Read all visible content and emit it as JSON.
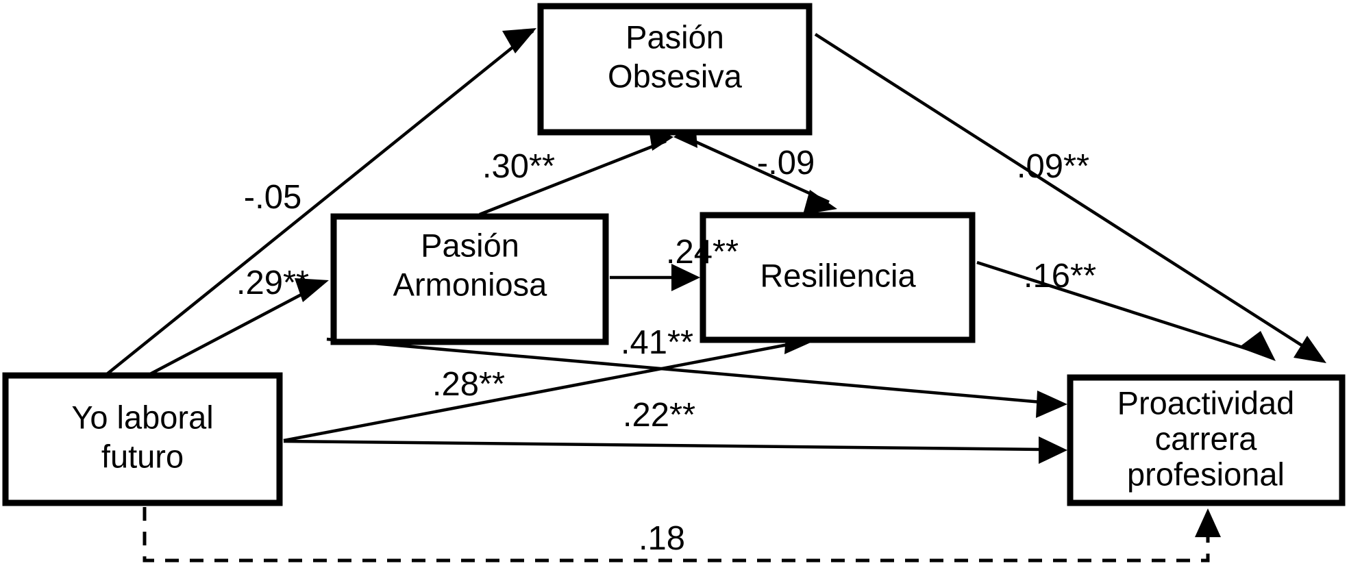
{
  "diagram": {
    "type": "structural-equation-model",
    "language": "es",
    "background_color": "#ffffff",
    "line_color": "#000000",
    "nodes": [
      {
        "id": "pasion_obsesiva",
        "label_line1": "Pasión",
        "label_line2": "Obsesiva",
        "label_line3": ""
      },
      {
        "id": "pasion_armoniosa",
        "label_line1": "Pasión",
        "label_line2": "Armoniosa",
        "label_line3": ""
      },
      {
        "id": "resiliencia",
        "label_line1": "Resiliencia",
        "label_line2": "",
        "label_line3": ""
      },
      {
        "id": "yo_laboral_futuro",
        "label_line1": "Yo laboral",
        "label_line2": "futuro",
        "label_line3": ""
      },
      {
        "id": "proactividad",
        "label_line1": "Proactividad",
        "label_line2": "carrera",
        "label_line3": "profesional"
      }
    ],
    "edges": [
      {
        "id": "e1",
        "from": "yo_laboral_futuro",
        "to": "pasion_obsesiva",
        "coefficient": "-.05",
        "style": "solid"
      },
      {
        "id": "e2",
        "from": "yo_laboral_futuro",
        "to": "pasion_armoniosa",
        "coefficient": ".29**",
        "style": "solid"
      },
      {
        "id": "e3",
        "from": "pasion_armoniosa",
        "to": "pasion_obsesiva",
        "coefficient": ".30**",
        "style": "solid"
      },
      {
        "id": "e4",
        "from": "pasion_obsesiva",
        "to": "resiliencia",
        "coefficient": "-.09",
        "style": "solid"
      },
      {
        "id": "e5",
        "from": "pasion_armoniosa",
        "to": "resiliencia",
        "coefficient": ".24**",
        "style": "solid"
      },
      {
        "id": "e6",
        "from": "pasion_obsesiva",
        "to": "proactividad",
        "coefficient": ".09**",
        "style": "solid"
      },
      {
        "id": "e7",
        "from": "resiliencia",
        "to": "proactividad",
        "coefficient": ".16**",
        "style": "solid"
      },
      {
        "id": "e8",
        "from": "pasion_armoniosa",
        "to": "proactividad",
        "coefficient": ".41**",
        "style": "solid"
      },
      {
        "id": "e9",
        "from": "yo_laboral_futuro",
        "to": "resiliencia",
        "coefficient": ".28**",
        "style": "solid"
      },
      {
        "id": "e10",
        "from": "yo_laboral_futuro",
        "to": "proactividad",
        "coefficient": ".22**",
        "style": "solid"
      },
      {
        "id": "e11",
        "from": "yo_laboral_futuro",
        "to": "proactividad",
        "coefficient": ".18",
        "style": "dashed"
      }
    ]
  }
}
